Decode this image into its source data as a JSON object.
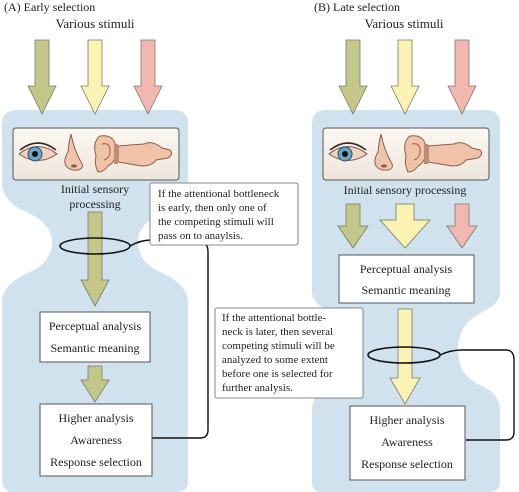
{
  "panel_a": {
    "title": "(A) Early selection",
    "stimuli_label": "Various stimuli",
    "sensory_line1": "Initial sensory",
    "sensory_line2": "processing",
    "perceptual": "Perceptual analysis",
    "semantic": "Semantic meaning",
    "higher": "Higher analysis",
    "awareness": "Awareness",
    "response": "Response selection",
    "callout_lines": [
      "If the attentional bottleneck",
      "is early, then only one of",
      "the competing stimuli will",
      "pass on to anaylsis."
    ]
  },
  "panel_b": {
    "title": "(B) Late selection",
    "stimuli_label": "Various stimuli",
    "sensory": "Initial sensory processing",
    "perceptual": "Perceptual analysis",
    "semantic": "Semantic meaning",
    "higher": "Higher analysis",
    "awareness": "Awareness",
    "response": "Response selection",
    "callout_lines": [
      "If the attentional bottle-",
      "neck is later, then several",
      "competing stimuli will be",
      "analyzed to some extent",
      "before one is selected for",
      "further analysis."
    ]
  },
  "colors": {
    "funnel": "#cfe2ee",
    "olive_arrow": "#c3c88a",
    "yellow_arrow": "#fbf3b3",
    "pink_arrow": "#f2b7b1",
    "arrow_stroke": "#7a7a66"
  },
  "icons": [
    "eye-icon",
    "nose-icon",
    "ear-icon",
    "hand-icon"
  ]
}
